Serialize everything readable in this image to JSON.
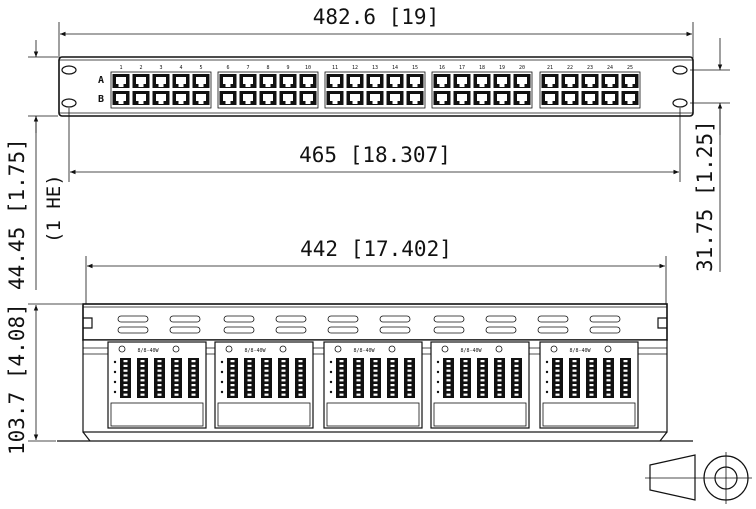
{
  "dimensions": {
    "overall_width": {
      "value": "482.6",
      "imperial": "[19]"
    },
    "mounting_width": {
      "value": "465",
      "imperial": "[18.307]"
    },
    "inner_width": {
      "value": "442",
      "imperial": "[17.402]"
    },
    "panel_height": {
      "value": "44.45",
      "imperial": "[1.75]",
      "note": "(1 HE)"
    },
    "hole_spacing": {
      "value": "31.75",
      "imperial": "[1.25]"
    },
    "depth": {
      "value": "103.7",
      "imperial": "[4.08]"
    }
  },
  "row_labels": [
    "A",
    "B"
  ],
  "port_groups": [
    [
      "1",
      "2",
      "3",
      "4",
      "5"
    ],
    [
      "6",
      "7",
      "8",
      "9",
      "10"
    ],
    [
      "11",
      "12",
      "13",
      "14",
      "15"
    ],
    [
      "16",
      "17",
      "18",
      "19",
      "20"
    ],
    [
      "21",
      "22",
      "23",
      "24",
      "25"
    ]
  ],
  "module_label": "8/8-40W",
  "colors": {
    "line": "#111111",
    "background": "#ffffff"
  }
}
